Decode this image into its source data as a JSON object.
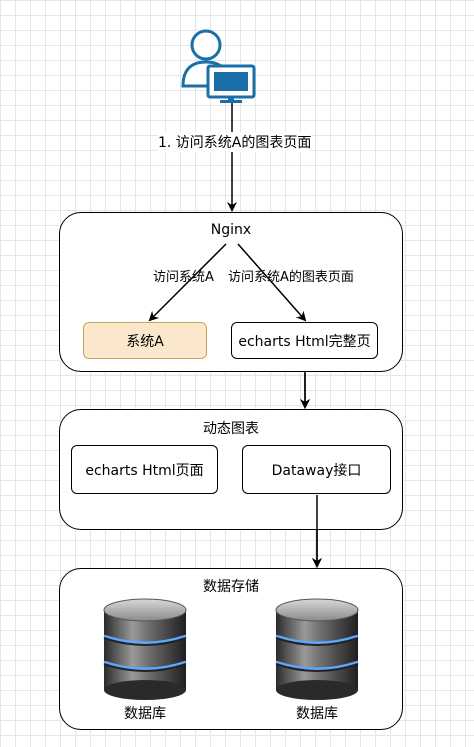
{
  "user": {
    "icon": "user-with-monitor-icon",
    "accent": "#1b6fa8"
  },
  "step1_label": "1. 访问系统A的图表页面",
  "nginx": {
    "title": "Nginx",
    "left_edge_label": "访问系统A",
    "right_edge_label": "访问系统A的图表页面",
    "system_a": "系统A",
    "echarts_page": "echarts Html完整页",
    "system_a_fill": "#fbe8cc",
    "system_a_stroke": "#c9a35b"
  },
  "dynamic": {
    "title": "动态图表",
    "echarts_page": "echarts Html页面",
    "dataway": "Dataway接口"
  },
  "storage": {
    "title": "数据存储",
    "db_left": "数据库",
    "db_right": "数据库",
    "db_icon": "database-cylinder-icon"
  }
}
